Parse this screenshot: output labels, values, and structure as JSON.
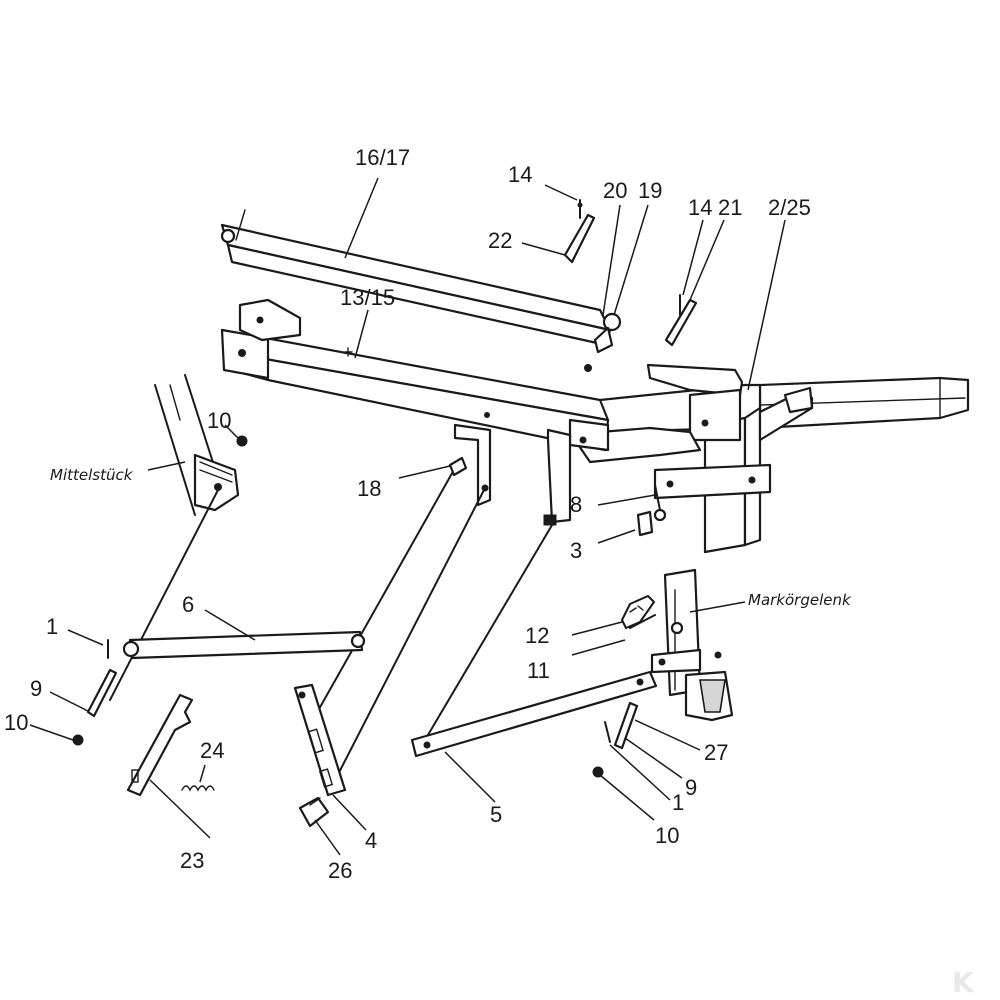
{
  "callouts": {
    "c16_17": "16/17",
    "c14a": "14",
    "c20": "20",
    "c19": "19",
    "c14b": "14",
    "c21": "21",
    "c2_25": "2/25",
    "c22": "22",
    "c13_15": "13/15",
    "c10a": "10",
    "c18": "18",
    "c8": "8",
    "c3": "3",
    "c6": "6",
    "c1a": "1",
    "c9a": "9",
    "c10b": "10",
    "c12": "12",
    "c11": "11",
    "c24": "24",
    "c23": "23",
    "c27": "27",
    "c9b": "9",
    "c1b": "1",
    "c5": "5",
    "c4": "4",
    "c26": "26",
    "c10c": "10"
  },
  "annotations": {
    "center_piece": "Mittelstück",
    "marker_joint": "Markörgelenk"
  },
  "logo_text": "K",
  "colors": {
    "ink": "#1a1a1a",
    "paper": "#ffffff"
  }
}
